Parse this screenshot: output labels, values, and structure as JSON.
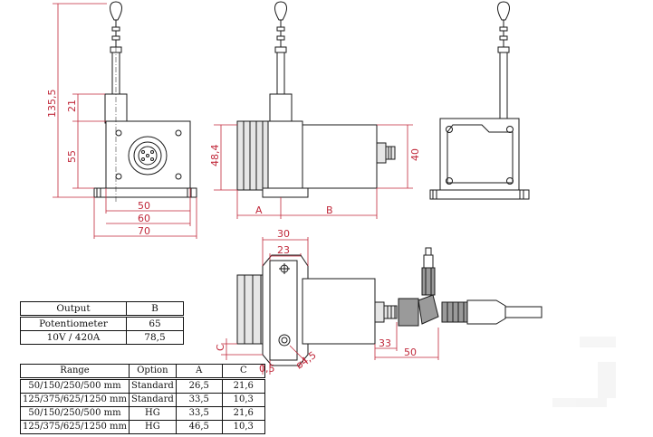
{
  "dimensions": {
    "front_total_height": "135,5",
    "front_rod_height": "21",
    "front_body_height": "55",
    "front_width_50": "50",
    "front_width_60": "60",
    "front_width_70": "70",
    "side_height": "48,4",
    "side_connector": "40",
    "side_a": "A",
    "side_b": "B",
    "bottom_30": "30",
    "bottom_23": "23",
    "bottom_c": "C",
    "bottom_05": "0,5",
    "bottom_hole": "ø4,5",
    "bottom_33": "33",
    "bottom_50": "50"
  },
  "output_table": {
    "header": [
      "Output",
      "B"
    ],
    "rows": [
      [
        "Potentiometer",
        "65"
      ],
      [
        "10V / 420A",
        "78,5"
      ]
    ]
  },
  "range_table": {
    "header": [
      "Range",
      "Option",
      "A",
      "C"
    ],
    "rows": [
      [
        "50/150/250/500 mm",
        "Standard",
        "26,5",
        "21,6"
      ],
      [
        "125/375/625/1250 mm",
        "Standard",
        "33,5",
        "10,3"
      ],
      [
        "50/150/250/500 mm",
        "HG",
        "33,5",
        "21,6"
      ],
      [
        "125/375/625/1250 mm",
        "HG",
        "46,5",
        "10,3"
      ]
    ]
  },
  "colors": {
    "dimension": "#c0283a",
    "line": "#1a1a1a"
  }
}
